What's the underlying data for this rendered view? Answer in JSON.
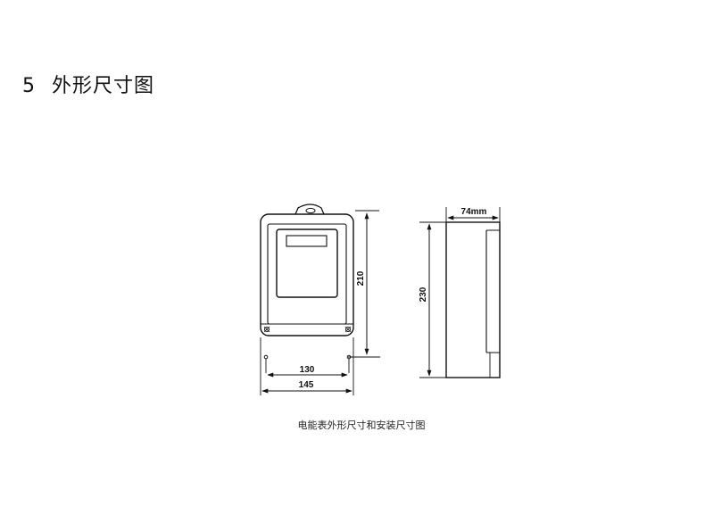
{
  "section": {
    "number": "5",
    "title": "外形尺寸图"
  },
  "figure": {
    "caption": "电能表外形尺寸和安装尺寸图",
    "dimensions": {
      "front_height": "210",
      "mount_width": "130",
      "overall_width": "145",
      "side_height": "230",
      "depth": "74mm"
    }
  }
}
